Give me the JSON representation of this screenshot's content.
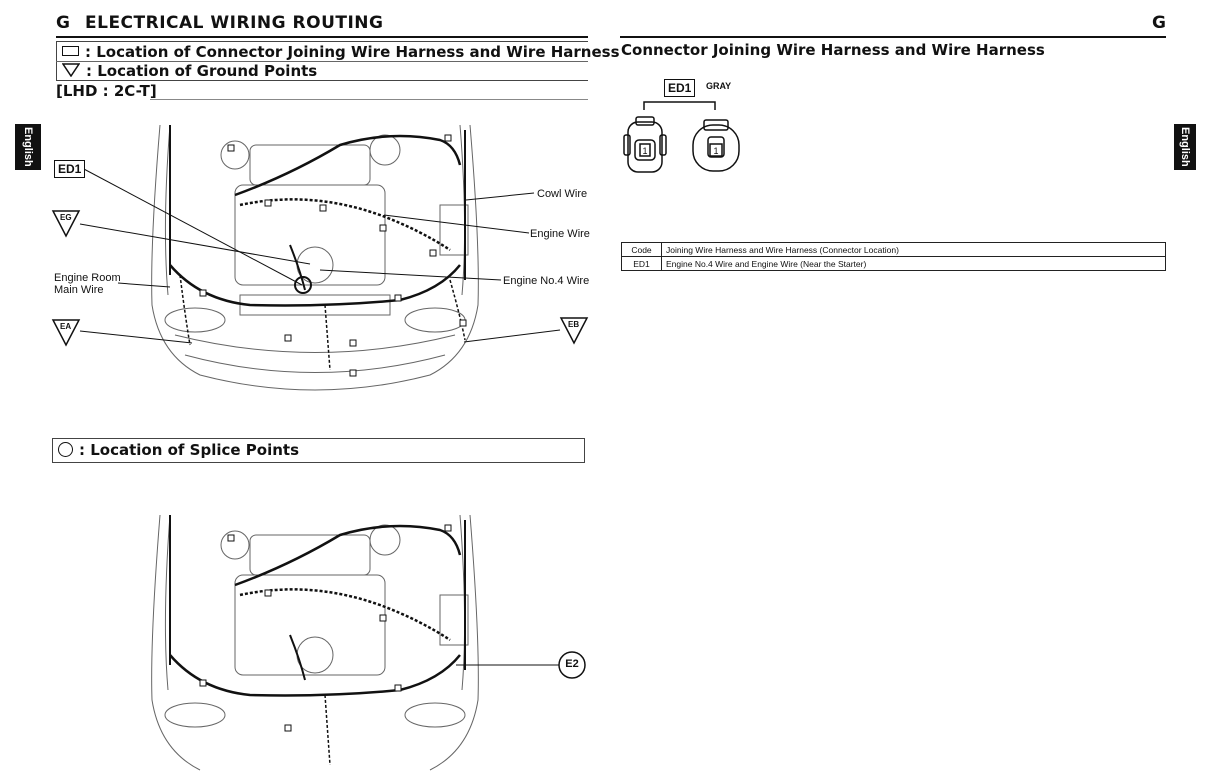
{
  "left_header": {
    "section_letter": "G",
    "title": "ELECTRICAL WIRING ROUTING"
  },
  "right_header": {
    "section_letter": "G"
  },
  "legend": {
    "connector_symbol_text": ": Location of Connector Joining Wire Harness and Wire Harness",
    "ground_symbol_text": ": Location of Ground Points",
    "splice_symbol_text": ": Location of Splice Points"
  },
  "variant_label": "[LHD : 2C-T]",
  "side_tab": {
    "text": "English"
  },
  "diagram1": {
    "connector_code": "ED1",
    "ground_codes": [
      "EG",
      "EA",
      "EB"
    ],
    "wire_labels": {
      "cowl": "Cowl Wire",
      "engine": "Engine Wire",
      "engine_no4": "Engine No.4 Wire",
      "engine_room_main_1": "Engine Room",
      "engine_room_main_2": "Main Wire"
    }
  },
  "diagram2": {
    "splice_code": "E2"
  },
  "right": {
    "title": "Connector Joining Wire Harness and Wire Harness",
    "connector_code": "ED1",
    "connector_color": "GRAY",
    "pin_label": "1",
    "table": {
      "headers": [
        "Code",
        "Joining Wire Harness and Wire Harness (Connector Location)"
      ],
      "rows": [
        [
          "ED1",
          "Engine No.4 Wire and Engine Wire (Near the Starter)"
        ]
      ]
    }
  }
}
